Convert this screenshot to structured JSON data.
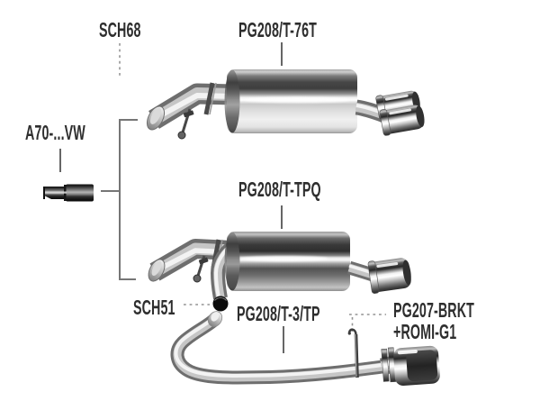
{
  "diagram": {
    "labels": {
      "sch68": "SCH68",
      "pg208_t76t": "PG208/T-76T",
      "a70_vw": "A70-...VW",
      "pg208_tpq": "PG208/T-TPQ",
      "sch51": "SCH51",
      "pg208_3tp": "PG208/T-3/TP",
      "pg207_line1": "PG207-BRKT",
      "pg207_line2": "+ROMI-G1"
    },
    "colors": {
      "background": "#ffffff",
      "label_text": "#2e2e2e",
      "leader_solid": "#555555",
      "leader_dashed": "#949494",
      "bracket_line": "#767676"
    }
  }
}
